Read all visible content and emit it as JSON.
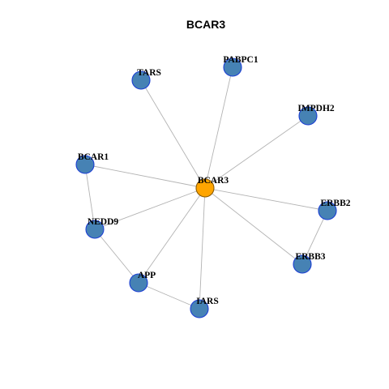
{
  "title": "BCAR3",
  "colors": {
    "center_fill": "#FFA500",
    "center_stroke": "#8B5A00",
    "node_fill": "#4682B4",
    "node_stroke": "#1C3FD4",
    "edge": "#B3B3B3"
  },
  "nodes": [
    {
      "id": "BCAR3",
      "label": "BCAR3",
      "center": true
    },
    {
      "id": "PABPC1",
      "label": "PABPC1"
    },
    {
      "id": "TARS",
      "label": "TARS"
    },
    {
      "id": "IMPDH2",
      "label": "IMPDH2"
    },
    {
      "id": "BCAR1",
      "label": "BCAR1"
    },
    {
      "id": "ERBB2",
      "label": "ERBB2"
    },
    {
      "id": "NEDD9",
      "label": "NEDD9"
    },
    {
      "id": "ERBB3",
      "label": "ERBB3"
    },
    {
      "id": "APP",
      "label": "APP"
    },
    {
      "id": "IARS",
      "label": "IARS"
    }
  ],
  "edges": [
    [
      "BCAR3",
      "PABPC1"
    ],
    [
      "BCAR3",
      "TARS"
    ],
    [
      "BCAR3",
      "IMPDH2"
    ],
    [
      "BCAR3",
      "BCAR1"
    ],
    [
      "BCAR3",
      "ERBB2"
    ],
    [
      "BCAR3",
      "NEDD9"
    ],
    [
      "BCAR3",
      "ERBB3"
    ],
    [
      "BCAR3",
      "APP"
    ],
    [
      "BCAR3",
      "IARS"
    ],
    [
      "BCAR1",
      "NEDD9"
    ],
    [
      "NEDD9",
      "APP"
    ],
    [
      "APP",
      "IARS"
    ],
    [
      "ERBB2",
      "ERBB3"
    ]
  ]
}
